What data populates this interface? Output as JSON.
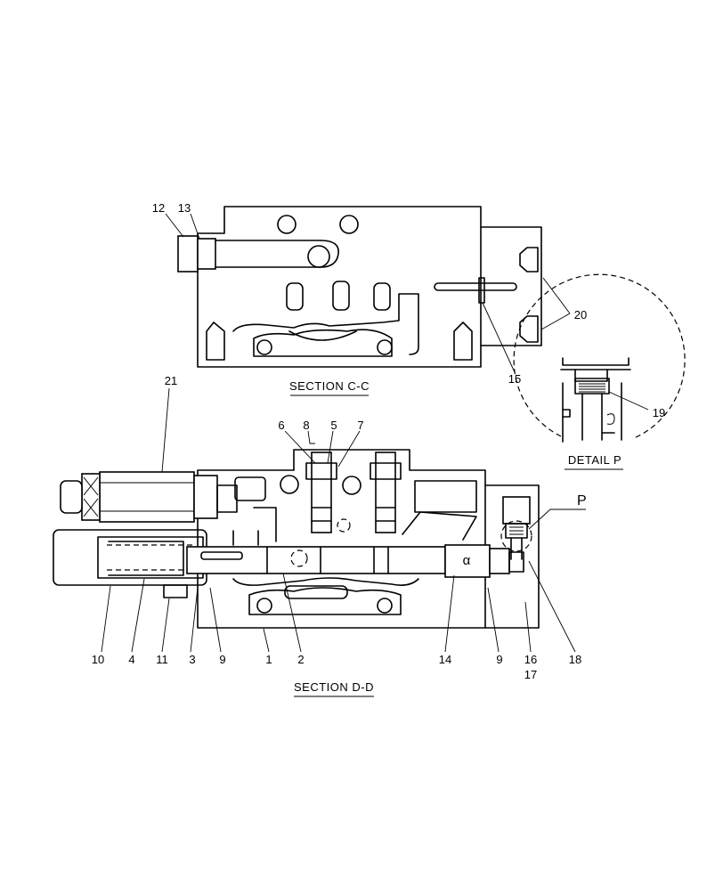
{
  "sections": {
    "c": "SECTION  C-C",
    "d": "SECTION  D-D",
    "p": "DETAIL  P"
  },
  "markers": {
    "p": "P",
    "alpha": "α"
  },
  "callouts": [
    {
      "id": "c12",
      "text": "12"
    },
    {
      "id": "c13",
      "text": "13"
    },
    {
      "id": "c20",
      "text": "20"
    },
    {
      "id": "c15",
      "text": "15"
    },
    {
      "id": "c19",
      "text": "19"
    },
    {
      "id": "c21",
      "text": "21"
    },
    {
      "id": "c6",
      "text": "6"
    },
    {
      "id": "c8",
      "text": "8"
    },
    {
      "id": "c5",
      "text": "5"
    },
    {
      "id": "c7",
      "text": "7"
    },
    {
      "id": "c10",
      "text": "10"
    },
    {
      "id": "c4",
      "text": "4"
    },
    {
      "id": "c11",
      "text": "11"
    },
    {
      "id": "c3",
      "text": "3"
    },
    {
      "id": "c9a",
      "text": "9"
    },
    {
      "id": "c1",
      "text": "1"
    },
    {
      "id": "c2",
      "text": "2"
    },
    {
      "id": "c14",
      "text": "14"
    },
    {
      "id": "c9b",
      "text": "9"
    },
    {
      "id": "c16",
      "text": "16"
    },
    {
      "id": "c17",
      "text": "17"
    },
    {
      "id": "c18",
      "text": "18"
    }
  ]
}
